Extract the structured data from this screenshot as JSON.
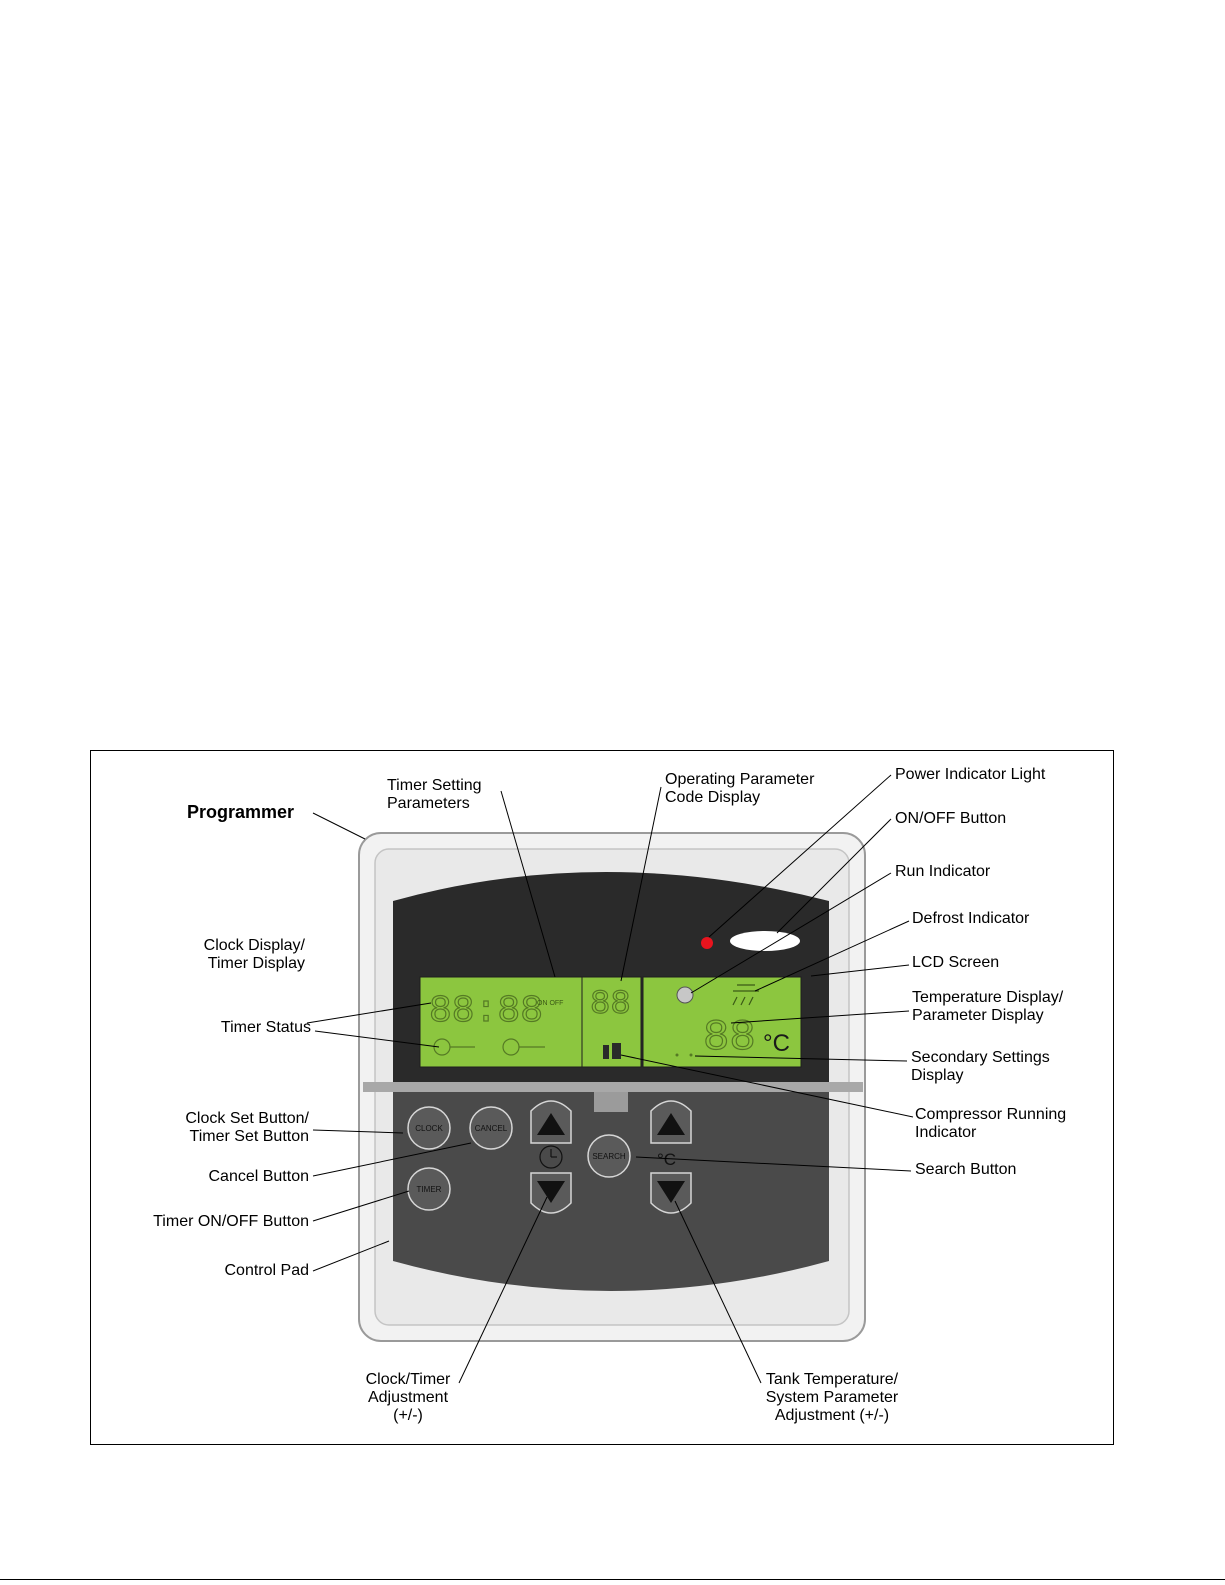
{
  "labels": {
    "programmer": "Programmer",
    "timer_setting_parameters": "Timer Setting\nParameters",
    "operating_parameter_code_display": "Operating Parameter\nCode Display",
    "power_indicator_light": "Power Indicator Light",
    "on_off_button": "ON/OFF Button",
    "run_indicator": "Run Indicator",
    "defrost_indicator": "Defrost Indicator",
    "lcd_screen": "LCD Screen",
    "temperature_display": "Temperature Display/\nParameter Display",
    "secondary_settings_display": "Secondary Settings\nDisplay",
    "compressor_running_indicator": "Compressor Running\nIndicator",
    "search_button": "Search Button",
    "clock_display": "Clock Display/\nTimer Display",
    "timer_status": "Timer Status",
    "clock_set_button": "Clock Set Button/\nTimer Set Button",
    "cancel_button": "Cancel Button",
    "timer_on_off_button": "Timer ON/OFF Button",
    "control_pad": "Control Pad",
    "clock_timer_adjustment": "Clock/Timer\nAdjustment\n(+/-)",
    "tank_temperature_adjustment": "Tank Temperature/\nSystem Parameter\nAdjustment (+/-)"
  },
  "device": {
    "clock_digits": "88:88",
    "code_digits": "88",
    "temp_digits": "88",
    "temp_unit": "°C",
    "timer_params": "ON OFF",
    "buttons": {
      "clock": "CLOCK",
      "cancel": "CANCEL",
      "timer": "TIMER",
      "search": "SEARCH"
    },
    "colors": {
      "lcd": "#8cc63f",
      "bezel": "#2a2a2a",
      "pad": "#4a4a4a",
      "power_led": "#e8141e"
    }
  }
}
